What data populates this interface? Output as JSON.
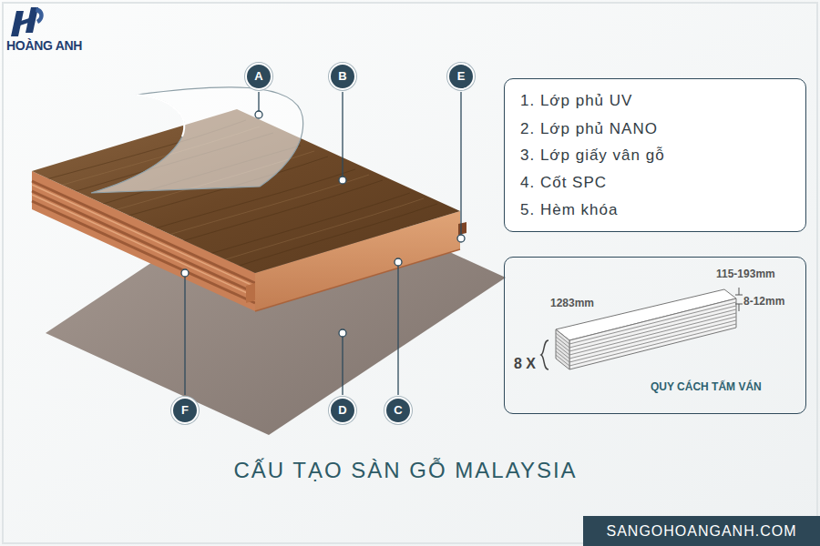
{
  "diagram": {
    "title": "CẤU TẠO SÀN GỖ MALAYSIA",
    "nodes": [
      {
        "text": [
          "A"
        ]
      },
      {
        "text": [
          "B"
        ]
      },
      {
        "text": [
          "E"
        ]
      },
      {
        "text": [
          "1. Lớp phủ UV",
          "2. Lớp phủ NANO",
          "3. Lớp giấy vân gỗ",
          "4. Cốt SPC",
          "5. Hèm khóa"
        ]
      },
      {
        "text": [
          "115-193mm",
          "1283mm",
          "8-12mm",
          "8 X",
          "QUY CÁCH TẤM VÁN"
        ]
      },
      {
        "text": [
          "F"
        ]
      },
      {
        "text": [
          "D"
        ]
      },
      {
        "text": [
          "C"
        ]
      },
      {
        "text": [
          "SANGOHOANGANH.COM"
        ]
      }
    ],
    "labels": [
      "HOÀNG ANH"
    ]
  }
}
